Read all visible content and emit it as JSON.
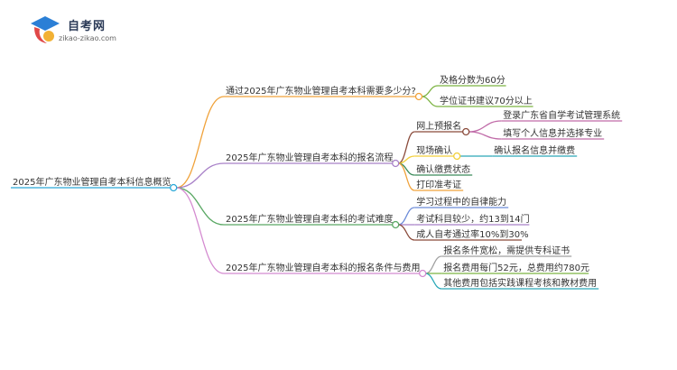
{
  "logo": {
    "name": "自考网",
    "url": "zikao-zikao.com",
    "mark": "logo-mark-icon"
  },
  "mindmap": {
    "root": "2025年广东物业管理自考本科信息概览",
    "branches": [
      {
        "label": "通过2025年广东物业管理自考本科需要多少分?",
        "color": "#f0a23a",
        "children": [
          {
            "label": "及格分数为60分",
            "color": "#7cb342",
            "children": []
          },
          {
            "label": "学位证书建议70分以上",
            "color": "#7cb342",
            "children": []
          }
        ]
      },
      {
        "label": "2025年广东物业管理自考本科的报名流程",
        "color": "#a880c8",
        "children": [
          {
            "label": "网上预报名",
            "color": "#8a4a3a",
            "children": [
              {
                "label": "登录广东省自学考试管理系统",
                "color": "#c06ba8"
              },
              {
                "label": "填写个人信息并选择专业",
                "color": "#c06ba8"
              }
            ]
          },
          {
            "label": "现场确认",
            "color": "#f2cf3a",
            "children": [
              {
                "label": "确认报名信息并缴费",
                "color": "#2aa8b8"
              }
            ]
          },
          {
            "label": "确认缴费状态",
            "color": "#3a8a5a",
            "children": []
          },
          {
            "label": "打印准考证",
            "color": "#f0a23a",
            "children": []
          }
        ]
      },
      {
        "label": "2025年广东物业管理自考本科的考试难度",
        "color": "#5aa864",
        "children": [
          {
            "label": "学习过程中的自律能力",
            "color": "#6a8ad8",
            "children": []
          },
          {
            "label": "考试科目较少，约13到14门",
            "color": "#a880c8",
            "children": []
          },
          {
            "label": "成人自考通过率10%到30%",
            "color": "#8a4a3a",
            "children": []
          }
        ]
      },
      {
        "label": "2025年广东物业管理自考本科的报名条件与费用",
        "color": "#d48ad0",
        "children": [
          {
            "label": "报名条件宽松，需提供专科证书",
            "color": "#a0a0a0",
            "children": []
          },
          {
            "label": "报名费用每门52元，总费用约780元",
            "color": "#7cb342",
            "children": []
          },
          {
            "label": "其他费用包括实践课程考核和教材费用",
            "color": "#2aa8b8",
            "children": []
          }
        ]
      }
    ]
  }
}
